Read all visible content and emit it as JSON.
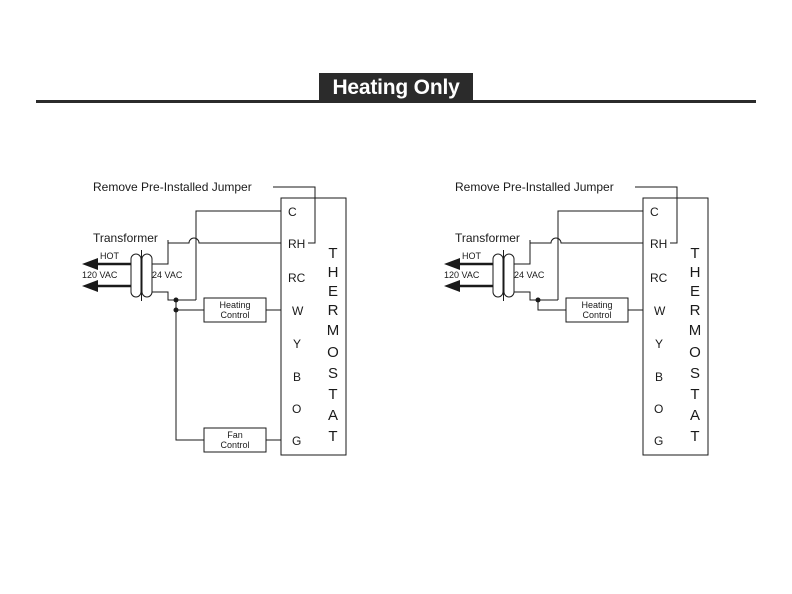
{
  "title": "Heating Only",
  "diagrams": [
    {
      "jumper_label": "Remove Pre-Installed Jumper",
      "transformer_label": "Transformer",
      "hot_label": "HOT",
      "primary_label": "120 VAC",
      "secondary_label": "24 VAC",
      "heating_control": [
        "Heating",
        "Control"
      ],
      "fan_control": [
        "Fan",
        "Control"
      ],
      "terminals": [
        "C",
        "RH",
        "RC",
        "W",
        "Y",
        "B",
        "O",
        "G"
      ],
      "thermostat_letters": [
        "T",
        "H",
        "E",
        "R",
        "M",
        "O",
        "S",
        "T",
        "A",
        "T"
      ]
    },
    {
      "jumper_label": "Remove Pre-Installed Jumper",
      "transformer_label": "Transformer",
      "hot_label": "HOT",
      "primary_label": "120 VAC",
      "secondary_label": "24 VAC",
      "heating_control": [
        "Heating",
        "Control"
      ],
      "terminals": [
        "C",
        "RH",
        "RC",
        "W",
        "Y",
        "B",
        "O",
        "G"
      ],
      "thermostat_letters": [
        "T",
        "H",
        "E",
        "R",
        "M",
        "O",
        "S",
        "T",
        "A",
        "T"
      ]
    }
  ]
}
